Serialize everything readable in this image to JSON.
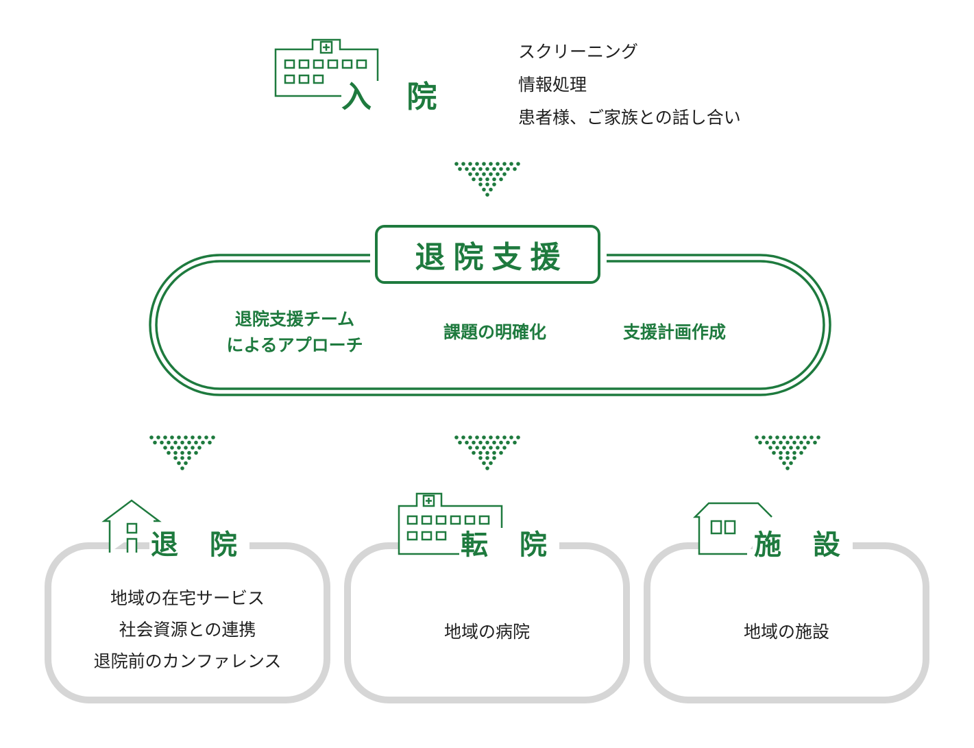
{
  "admission": {
    "title": "入 院",
    "items": [
      "スクリーニング",
      "情報処理",
      "患者様、ご家族との話し合い"
    ],
    "icon": "hospital-icon"
  },
  "discharge_support": {
    "title": "退院支援",
    "items": [
      {
        "lines": [
          "退院支援チーム",
          "によるアプローチ"
        ]
      },
      {
        "lines": [
          "課題の明確化"
        ]
      },
      {
        "lines": [
          "支援計画作成"
        ]
      }
    ]
  },
  "destinations": [
    {
      "title": "退 院",
      "icon": "house-icon",
      "items": [
        "地域の在宅サービス",
        "社会資源との連携",
        "退院前のカンファレンス"
      ]
    },
    {
      "title": "転 院",
      "icon": "hospital-icon",
      "items": [
        "地域の病院"
      ]
    },
    {
      "title": "施 設",
      "icon": "facility-icon",
      "items": [
        "地域の施設"
      ]
    }
  ],
  "colors": {
    "accent": "#1e7a3e",
    "box_border": "#d6d6d6",
    "text": "#1f1f1f"
  }
}
